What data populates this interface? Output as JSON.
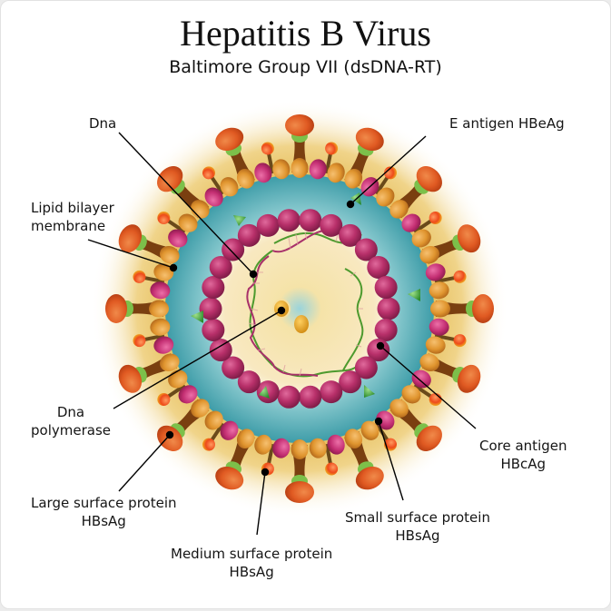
{
  "title": "Hepatitis B Virus",
  "subtitle": "Baltimore Group VII (dsDNA-RT)",
  "labels": {
    "dna": "Dna",
    "e_antigen": "E antigen HBeAg",
    "lipid_line1": "Lipid bilayer",
    "lipid_line2": "membrane",
    "polymerase_line1": "Dna",
    "polymerase_line2": "polymerase",
    "core_line1": "Core antigen",
    "core_line2": "HBcAg",
    "large_line1": "Large surface protein",
    "large_line2": "HBsAg",
    "small_line1": "Small surface protein",
    "small_line2": "HBsAg",
    "medium_line1": "Medium surface protein",
    "medium_line2": "HBsAg"
  },
  "colors": {
    "halo": "#e8c15a",
    "envelope": "#6fb8c0",
    "core_interior": "#f5dfa0",
    "capsomere": "#b8306a",
    "lipid_bead": "#e0952f",
    "lipid_bead_pink": "#c42f73",
    "spike_cap": "#e05a22",
    "spike_neck": "#7cc04a",
    "spike_stem": "#7a3f10",
    "e_antigen": "#3ea83a",
    "dna_strand_a": "#4d9a2e",
    "dna_strand_b": "#a8306a",
    "polymerase": "#e2a21e",
    "leader_line": "#000000"
  }
}
